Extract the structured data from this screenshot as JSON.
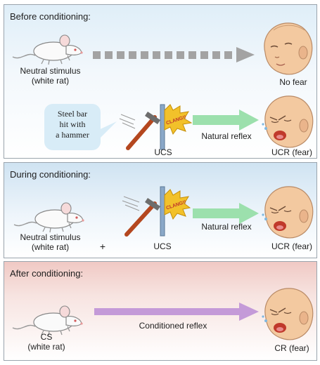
{
  "panels": {
    "before": {
      "title": "Before conditioning:",
      "neutral_label": "Neutral stimulus",
      "neutral_sub": "(white rat)",
      "no_fear": "No fear",
      "bubble_lines": [
        "Steel bar",
        "hit with",
        "a hammer"
      ],
      "clang": "CLANG!!",
      "ucs": "UCS",
      "reflex": "Natural reflex",
      "ucr": "UCR (fear)"
    },
    "during": {
      "title": "During conditioning:",
      "neutral_label": "Neutral stimulus",
      "neutral_sub": "(white rat)",
      "plus": "+",
      "clang": "CLANG!!",
      "ucs": "UCS",
      "reflex": "Natural reflex",
      "ucr": "UCR (fear)"
    },
    "after": {
      "title": "After conditioning:",
      "cs_label": "CS",
      "cs_sub": "(white rat)",
      "reflex": "Conditioned reflex",
      "cr": "CR (fear)"
    }
  },
  "colors": {
    "natural_arrow": "#9ce0ad",
    "conditioned_arrow": "#c49ad8",
    "dashed_arrow": "#a3a3a3",
    "clang_burst": "#f2c12a",
    "steel_bar": "#8aa8c8",
    "hammer_handle": "#b4471f",
    "face_skin": "#f3c9a0"
  },
  "icons": [
    "rat-icon",
    "baby-face-calm-icon",
    "baby-face-crying-icon",
    "hammer-icon",
    "steel-bar-icon",
    "clang-burst-icon"
  ]
}
